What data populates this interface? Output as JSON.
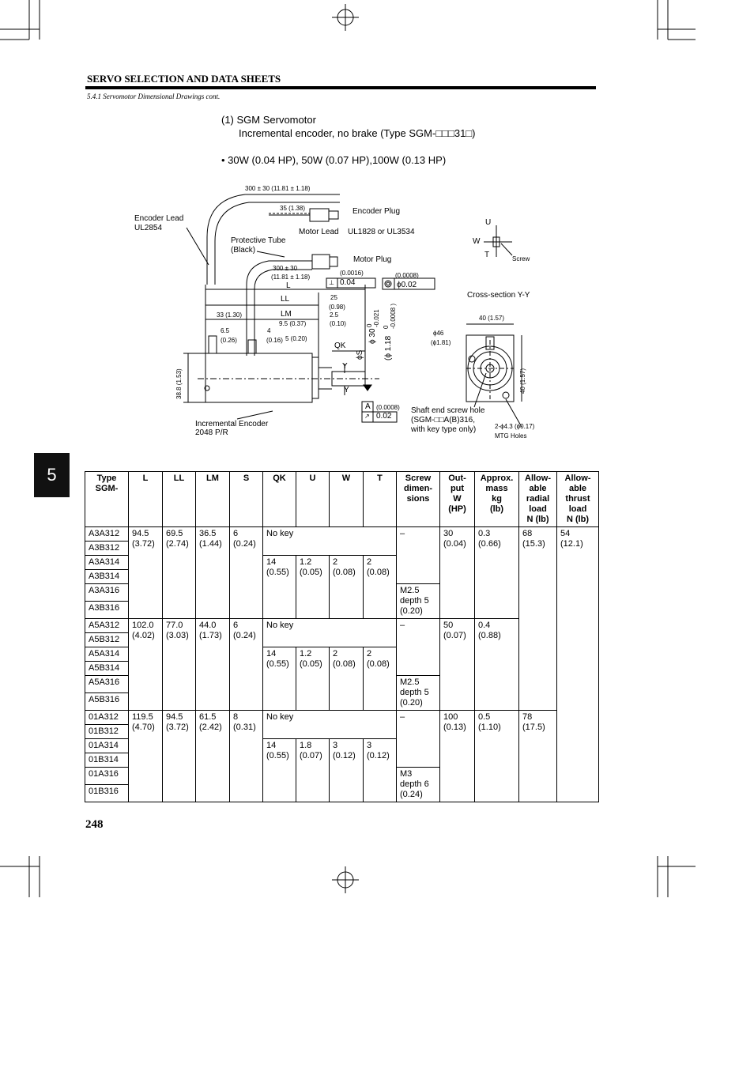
{
  "header": {
    "section_title": "SERVO SELECTION AND DATA SHEETS",
    "subsection": "5.4.1 Servomotor Dimensional Drawings cont."
  },
  "caption": {
    "line1": "(1)  SGM Servomotor",
    "line2": "Incremental encoder, no brake (Type SGM-□□□31□)",
    "bullet": "• 30W (0.04 HP), 50W (0.07 HP),100W (0.13 HP)"
  },
  "diagram": {
    "cable_len": "300 ±  30  (11.81 ± 1.18)",
    "encoder_plug_len": "35 (1.38)",
    "encoder_lead": "Encoder Lead",
    "encoder_lead_ul": "UL2854",
    "encoder_plug": "Encoder Plug",
    "motor_lead": "Motor Lead",
    "motor_lead_ul": "UL1828 or UL3534",
    "protective_tube": "Protective Tube",
    "protective_tube_color": "(Black)",
    "motor_plug": "Motor Plug",
    "motor_cable_len": "300 ± 30",
    "motor_cable_len_in": "(11.81 ± 1.18)",
    "perp_tol_in": "(0.0016)",
    "perp_tol": "0.04",
    "conc_tol_in": "(0.0008)",
    "conc_tol": "ϕ0.02",
    "dim_L": "L",
    "dim_LL": "LL",
    "dim_LM": "LM",
    "dim_25": "25",
    "dim_25_in": "(0.98)",
    "dim_2_5": "2.5",
    "dim_2_5_in": "(0.10)",
    "dim_33": "33 (1.30)",
    "dim_9_5": "9.5 (0.37)",
    "dim_6_5": "6.5",
    "dim_6_5_in": "(0.26)",
    "dim_4": "4",
    "dim_4_in": "(0.16)",
    "dim_5": "5 (0.20)",
    "dim_QK": "QK",
    "dim_phiS": "ϕS",
    "dim_phi30": "ϕ  30",
    "dim_phi30_tol_top": "0",
    "dim_phi30_tol_bot": "-0.021",
    "dim_phi118": "(ϕ 1.18",
    "dim_phi118_tol_top": "0",
    "dim_phi118_tol_bot": "-0.0008 )",
    "dim_38_8": "38.8  (1.53)",
    "label_Y1": "Y",
    "label_Y2": "Y",
    "datum_A": "A",
    "runout_in": "(0.0008)",
    "runout": "0.02",
    "incremental_encoder": "Incremental Encoder",
    "encoder_ppr": "2048 P/R",
    "cross_section_label": "Cross-section Y-Y",
    "dim_40_top": "40 (1.57)",
    "dim_40_side": "40 (1.57)",
    "dim_phi46": "ϕ46",
    "dim_phi46_in": "(ϕ1.81)",
    "shaft_hole_1": "Shaft end screw hole",
    "shaft_hole_2": "(SGM-□□A(B)316,",
    "shaft_hole_3": "with key type only)",
    "mtg_holes_1": "2-ϕ4.3 (ϕ0.17)",
    "mtg_holes_2": "MTG Holes",
    "label_U": "U",
    "label_W": "W",
    "label_T": "T",
    "label_screw": "Screw"
  },
  "table": {
    "headers": [
      "Type SGM-",
      "L",
      "LL",
      "LM",
      "S",
      "QK",
      "U",
      "W",
      "T",
      "Screw dimen- sions",
      "Out- put W (HP)",
      "Approx. mass kg (lb)",
      "Allow- able radial load N (lb)",
      "Allow- able thrust load N (lb)"
    ],
    "header_lines": [
      [
        "Type",
        "SGM-"
      ],
      [
        "L"
      ],
      [
        "LL"
      ],
      [
        "LM"
      ],
      [
        "S"
      ],
      [
        "QK"
      ],
      [
        "U"
      ],
      [
        "W"
      ],
      [
        "T"
      ],
      [
        "Screw",
        "dimen-",
        "sions"
      ],
      [
        "Out-",
        "put",
        "W",
        "(HP)"
      ],
      [
        "Approx.",
        "mass",
        "kg",
        "(lb)"
      ],
      [
        "Allow-",
        "able",
        "radial",
        "load",
        "N (lb)"
      ],
      [
        "Allow-",
        "able",
        "thrust",
        "load",
        "N (lb)"
      ]
    ],
    "groups": [
      {
        "types": [
          "A3A312",
          "A3B312",
          "A3A314",
          "A3B314",
          "A3A316",
          "A3B316"
        ],
        "L": [
          "94.5",
          "(3.72)"
        ],
        "LL": [
          "69.5",
          "(2.74)"
        ],
        "LM": [
          "36.5",
          "(1.44)"
        ],
        "S": [
          "6",
          "(0.24)"
        ],
        "nokey": "No key",
        "QK": [
          "14",
          "(0.55)"
        ],
        "U": [
          "1.2",
          "(0.05)"
        ],
        "W": [
          "2",
          "(0.08)"
        ],
        "T": [
          "2",
          "(0.08)"
        ],
        "screw_none": "–",
        "screw": [
          "M2.5",
          "depth 5",
          "(0.20)"
        ],
        "output": [
          "30",
          "(0.04)"
        ],
        "mass": [
          "0.3",
          "(0.66)"
        ]
      },
      {
        "types": [
          "A5A312",
          "A5B312",
          "A5A314",
          "A5B314",
          "A5A316",
          "A5B316"
        ],
        "L": [
          "102.0",
          "(4.02)"
        ],
        "LL": [
          "77.0",
          "(3.03)"
        ],
        "LM": [
          "44.0",
          "(1.73)"
        ],
        "S": [
          "6",
          "(0.24)"
        ],
        "nokey": "No key",
        "QK": [
          "14",
          "(0.55)"
        ],
        "U": [
          "1.2",
          "(0.05)"
        ],
        "W": [
          "2",
          "(0.08)"
        ],
        "T": [
          "2",
          "(0.08)"
        ],
        "screw_none": "–",
        "screw": [
          "M2.5",
          "depth 5",
          "(0.20)"
        ],
        "output": [
          "50",
          "(0.07)"
        ],
        "mass": [
          "0.4",
          "(0.88)"
        ]
      },
      {
        "types": [
          "01A312",
          "01B312",
          "01A314",
          "01B314",
          "01A316",
          "01B316"
        ],
        "L": [
          "119.5",
          "(4.70)"
        ],
        "LL": [
          "94.5",
          "(3.72)"
        ],
        "LM": [
          "61.5",
          "(2.42)"
        ],
        "S": [
          "8",
          "(0.31)"
        ],
        "nokey": "No key",
        "QK": [
          "14",
          "(0.55)"
        ],
        "U": [
          "1.8",
          "(0.07)"
        ],
        "W": [
          "3",
          "(0.12)"
        ],
        "T": [
          "3",
          "(0.12)"
        ],
        "screw_none": "–",
        "screw": [
          "M3",
          "depth 6",
          "(0.24)"
        ],
        "output": [
          "100",
          "(0.13)"
        ],
        "mass": [
          "0.5",
          "(1.10)"
        ]
      }
    ],
    "radial": [
      [
        "68",
        "(15.3)"
      ],
      [
        "78",
        "(17.5)"
      ]
    ],
    "thrust": [
      "54",
      "(12.1)"
    ]
  },
  "side_tab": "5",
  "page_number": "248"
}
